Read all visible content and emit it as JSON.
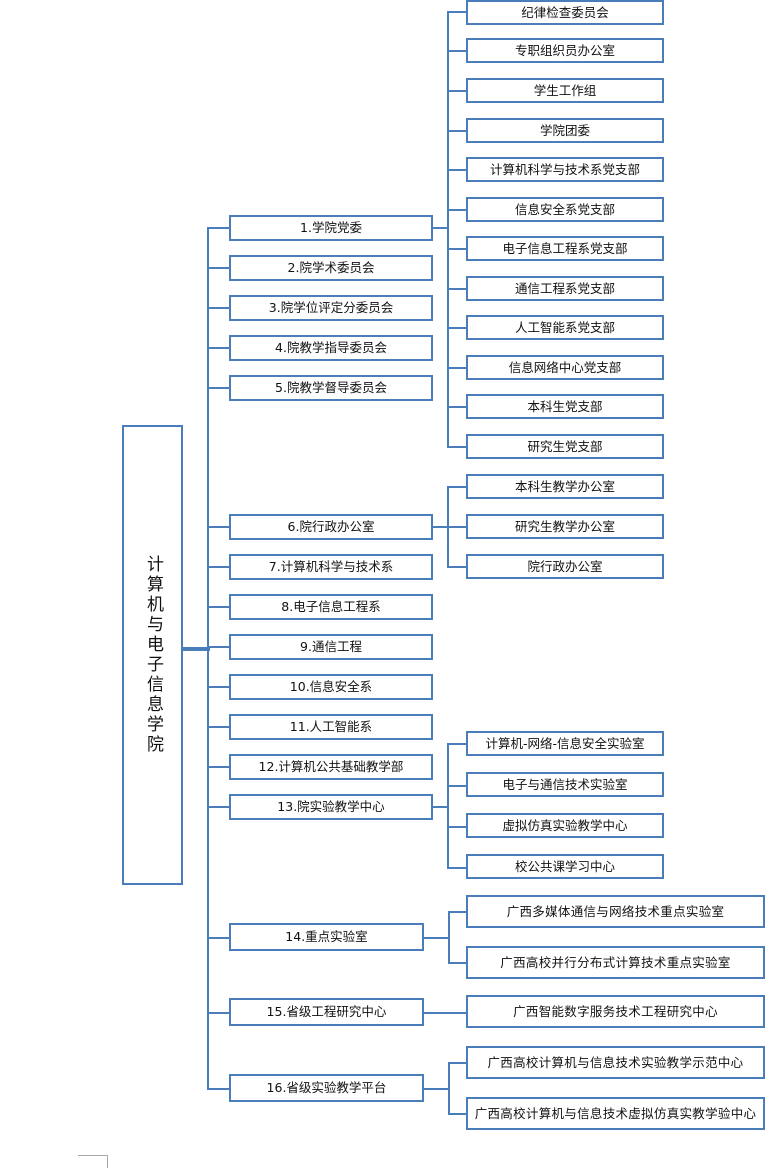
{
  "chart_data": {
    "type": "diagram",
    "title": "计算机与电子信息学院 组织机构图",
    "layout": "horizontal-tree-left-to-right",
    "levels": 3
  },
  "root": {
    "label": "计算机与电子信息学院"
  },
  "level2": [
    {
      "id": "n1",
      "label": "1.学院党委"
    },
    {
      "id": "n2",
      "label": "2.院学术委员会"
    },
    {
      "id": "n3",
      "label": "3.院学位评定分委员会"
    },
    {
      "id": "n4",
      "label": "4.院教学指导委员会"
    },
    {
      "id": "n5",
      "label": "5.院教学督导委员会"
    },
    {
      "id": "n6",
      "label": "6.院行政办公室"
    },
    {
      "id": "n7",
      "label": "7.计算机科学与技术系"
    },
    {
      "id": "n8",
      "label": "8.电子信息工程系"
    },
    {
      "id": "n9",
      "label": "9.通信工程"
    },
    {
      "id": "n10",
      "label": "10.信息安全系"
    },
    {
      "id": "n11",
      "label": "11.人工智能系"
    },
    {
      "id": "n12",
      "label": "12.计算机公共基础教学部"
    },
    {
      "id": "n13",
      "label": "13.院实验教学中心"
    },
    {
      "id": "n14",
      "label": "14.重点实验室"
    },
    {
      "id": "n15",
      "label": "15.省级工程研究中心"
    },
    {
      "id": "n16",
      "label": "16.省级实验教学平台"
    }
  ],
  "children_of_n1": [
    {
      "label": "纪律检查委员会"
    },
    {
      "label": "专职组织员办公室"
    },
    {
      "label": "学生工作组"
    },
    {
      "label": "学院团委"
    },
    {
      "label": "计算机科学与技术系党支部"
    },
    {
      "label": "信息安全系党支部"
    },
    {
      "label": "电子信息工程系党支部"
    },
    {
      "label": "通信工程系党支部"
    },
    {
      "label": "人工智能系党支部"
    },
    {
      "label": "信息网络中心党支部"
    },
    {
      "label": "本科生党支部"
    },
    {
      "label": "研究生党支部"
    }
  ],
  "children_of_n6": [
    {
      "label": "本科生教学办公室"
    },
    {
      "label": "研究生教学办公室"
    },
    {
      "label": "院行政办公室"
    }
  ],
  "children_of_n13": [
    {
      "label": "计算机-网络-信息安全实验室"
    },
    {
      "label": "电子与通信技术实验室"
    },
    {
      "label": "虚拟仿真实验教学中心"
    },
    {
      "label": "校公共课学习中心"
    }
  ],
  "children_of_n14": [
    {
      "label": "广西多媒体通信与网络技术重点实验室"
    },
    {
      "label": "广西高校并行分布式计算技术重点实验室"
    }
  ],
  "children_of_n15": [
    {
      "label": "广西智能数字服务技术工程研究中心"
    }
  ],
  "children_of_n16": [
    {
      "label": "广西高校计算机与信息技术实验教学示范中心"
    },
    {
      "label": "广西高校计算机与信息技术虚拟仿真实教学验中心"
    }
  ],
  "colors": {
    "box_border": "#4a7ebb",
    "connector": "#4a7ebb",
    "text": "#111111",
    "background": "#ffffff",
    "artifact": "#a8a8a8"
  }
}
